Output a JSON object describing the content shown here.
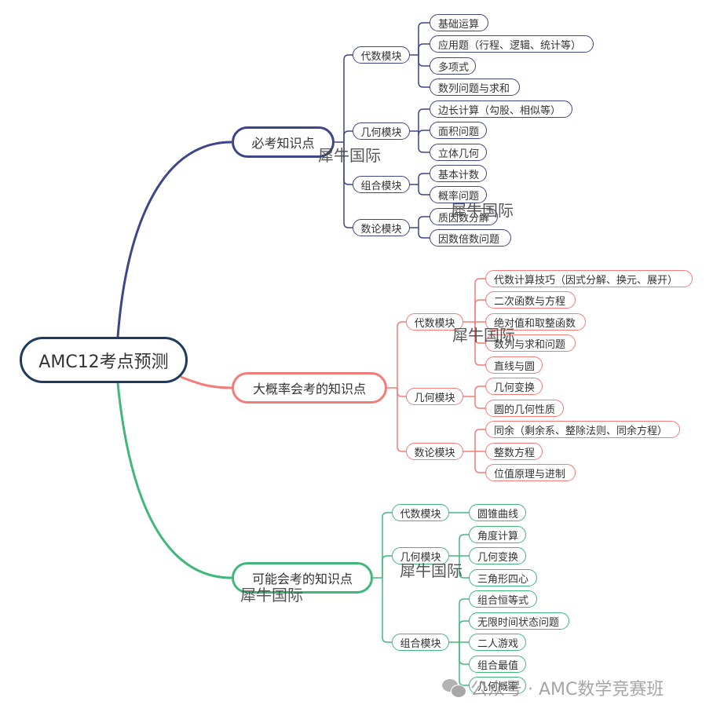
{
  "root": {
    "label": "AMC12考点预测"
  },
  "colors": {
    "root": "#1f3a5a",
    "branch1": "#3c4688",
    "branch2": "#f47b77",
    "branch3": "#41b87a"
  },
  "branches": [
    {
      "label": "必考知识点",
      "color": "blue",
      "modules": [
        {
          "label": "代数模块",
          "items": [
            "基础运算",
            "应用题（行程、逻辑、统计等）",
            "多项式",
            "数列问题与求和"
          ]
        },
        {
          "label": "几何模块",
          "items": [
            "边长计算（勾股、相似等）",
            "面积问题",
            "立体几何"
          ]
        },
        {
          "label": "组合模块",
          "items": [
            "基本计数",
            "概率问题"
          ]
        },
        {
          "label": "数论模块",
          "items": [
            "质因数分解",
            "因数倍数问题"
          ]
        }
      ]
    },
    {
      "label": "大概率会考的知识点",
      "color": "red",
      "modules": [
        {
          "label": "代数模块",
          "items": [
            "代数计算技巧（因式分解、换元、展开）",
            "二次函数与方程",
            "绝对值和取整函数",
            "数列与求和问题",
            "直线与圆"
          ]
        },
        {
          "label": "几何模块",
          "items": [
            "几何变换",
            "圆的几何性质"
          ]
        },
        {
          "label": "数论模块",
          "items": [
            "同余（剩余系、整除法则、同余方程）",
            "整数方程",
            "位值原理与进制"
          ]
        }
      ]
    },
    {
      "label": "可能会考的知识点",
      "color": "green",
      "modules": [
        {
          "label": "代数模块",
          "items": [
            "圆锥曲线"
          ]
        },
        {
          "label": "几何模块",
          "items": [
            "角度计算",
            "几何变换",
            "三角形四心"
          ]
        },
        {
          "label": "组合模块",
          "items": [
            "组合恒等式",
            "无限时间状态问题",
            "二人游戏",
            "组合最值",
            "几何概率"
          ]
        }
      ]
    }
  ],
  "watermarks": [
    "犀牛国际",
    "犀牛国际",
    "犀牛国际",
    "犀牛国际",
    "犀牛国际"
  ],
  "footer": {
    "icon": "wechat-icon",
    "text": "公众号 · AMC数学竞赛班"
  }
}
